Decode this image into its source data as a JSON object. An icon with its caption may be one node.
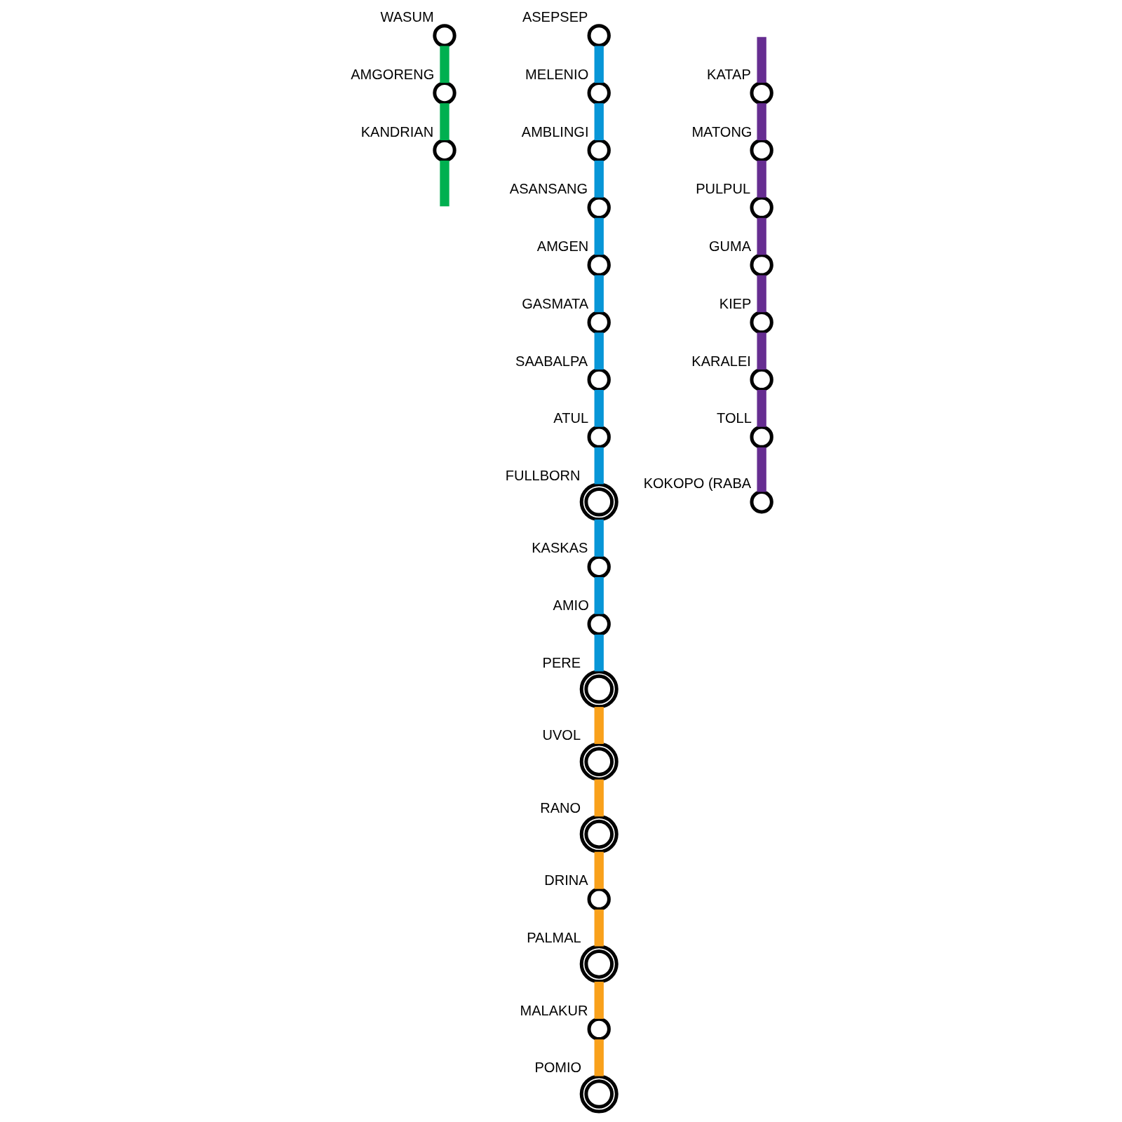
{
  "diagram": {
    "nodes": [
      {
        "text": [
          "WASUM"
        ]
      },
      {
        "text": [
          "AMGORENG"
        ]
      },
      {
        "text": [
          "KANDRIAN"
        ]
      },
      {
        "text": [
          "ASEPSEP"
        ]
      },
      {
        "text": [
          "MELENIO"
        ]
      },
      {
        "text": [
          "AMBLINGI"
        ]
      },
      {
        "text": [
          "ASANSANG"
        ]
      },
      {
        "text": [
          "AMGEN"
        ]
      },
      {
        "text": [
          "GASMATA"
        ]
      },
      {
        "text": [
          "SAABALPA"
        ]
      },
      {
        "text": [
          "ATUL"
        ]
      },
      {
        "text": [
          "FULLBORN"
        ]
      },
      {
        "text": [
          "KASKAS"
        ]
      },
      {
        "text": [
          "AMIO"
        ]
      },
      {
        "text": [
          "PERE"
        ]
      },
      {
        "text": [
          "UVOL"
        ]
      },
      {
        "text": [
          "RANO"
        ]
      },
      {
        "text": [
          "DRINA"
        ]
      },
      {
        "text": [
          "PALMAL"
        ]
      },
      {
        "text": [
          "MALAKUR"
        ]
      },
      {
        "text": [
          "POMIO"
        ]
      },
      {
        "text": [
          "KATAP"
        ]
      },
      {
        "text": [
          "MATONG"
        ]
      },
      {
        "text": [
          "PULPUL"
        ]
      },
      {
        "text": [
          "GUMA"
        ]
      },
      {
        "text": [
          "KIEP"
        ]
      },
      {
        "text": [
          "KARALEI"
        ]
      },
      {
        "text": [
          "TOLL"
        ]
      },
      {
        "text": [
          "KOKOPO (RABA"
        ]
      }
    ],
    "edges": [
      {
        "from": 0,
        "to": 1,
        "arrow": "none",
        "color": "#00b050"
      },
      {
        "from": 1,
        "to": 2,
        "arrow": "none",
        "color": "#00b050"
      },
      {
        "from": 2,
        "to": null,
        "arrow": "none",
        "color": "#00b050"
      },
      {
        "from": 3,
        "to": 4,
        "arrow": "none",
        "color": "#0896d7"
      },
      {
        "from": 4,
        "to": 5,
        "arrow": "none",
        "color": "#0896d7"
      },
      {
        "from": 5,
        "to": 6,
        "arrow": "none",
        "color": "#0896d7"
      },
      {
        "from": 6,
        "to": 7,
        "arrow": "none",
        "color": "#0896d7"
      },
      {
        "from": 7,
        "to": 8,
        "arrow": "none",
        "color": "#0896d7"
      },
      {
        "from": 8,
        "to": 9,
        "arrow": "none",
        "color": "#0896d7"
      },
      {
        "from": 9,
        "to": 10,
        "arrow": "none",
        "color": "#0896d7"
      },
      {
        "from": 10,
        "to": 11,
        "arrow": "none",
        "color": "#0896d7"
      },
      {
        "from": 11,
        "to": 12,
        "arrow": "none",
        "color": "#0896d7"
      },
      {
        "from": 12,
        "to": 13,
        "arrow": "none",
        "color": "#0896d7"
      },
      {
        "from": 13,
        "to": 14,
        "arrow": "none",
        "color": "#0896d7"
      },
      {
        "from": 14,
        "to": 15,
        "arrow": "none",
        "color": "#f9a11b"
      },
      {
        "from": 15,
        "to": 16,
        "arrow": "none",
        "color": "#f9a11b"
      },
      {
        "from": 16,
        "to": 17,
        "arrow": "none",
        "color": "#f9a11b"
      },
      {
        "from": 17,
        "to": 18,
        "arrow": "none",
        "color": "#f9a11b"
      },
      {
        "from": 18,
        "to": 19,
        "arrow": "none",
        "color": "#f9a11b"
      },
      {
        "from": 19,
        "to": 20,
        "arrow": "none",
        "color": "#f9a11b"
      },
      {
        "from": null,
        "to": 21,
        "arrow": "none",
        "color": "#662d91"
      },
      {
        "from": 21,
        "to": 22,
        "arrow": "none",
        "color": "#662d91"
      },
      {
        "from": 22,
        "to": 23,
        "arrow": "none",
        "color": "#662d91"
      },
      {
        "from": 23,
        "to": 24,
        "arrow": "none",
        "color": "#662d91"
      },
      {
        "from": 24,
        "to": 25,
        "arrow": "none",
        "color": "#662d91"
      },
      {
        "from": 25,
        "to": 26,
        "arrow": "none",
        "color": "#662d91"
      },
      {
        "from": 26,
        "to": 27,
        "arrow": "none",
        "color": "#662d91"
      },
      {
        "from": 27,
        "to": 28,
        "arrow": "none",
        "color": "#662d91"
      }
    ]
  }
}
